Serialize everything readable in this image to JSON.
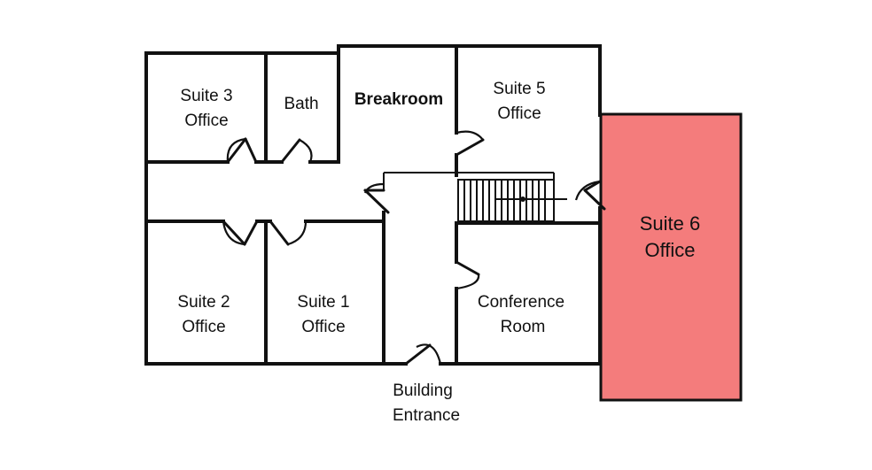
{
  "floor_plan": {
    "highlight_color": "#f47c7c",
    "rooms": {
      "suite3": {
        "line1": "Suite 3",
        "line2": "Office"
      },
      "bath": {
        "line1": "Bath"
      },
      "breakroom": {
        "line1": "Breakroom"
      },
      "suite5": {
        "line1": "Suite 5",
        "line2": "Office"
      },
      "suite6": {
        "line1": "Suite 6",
        "line2": "Office"
      },
      "suite2": {
        "line1": "Suite 2",
        "line2": "Office"
      },
      "suite1": {
        "line1": "Suite 1",
        "line2": "Office"
      },
      "conference": {
        "line1": "Conference",
        "line2": "Room"
      }
    },
    "entrance": {
      "line1": "Building",
      "line2": "Entrance"
    }
  }
}
